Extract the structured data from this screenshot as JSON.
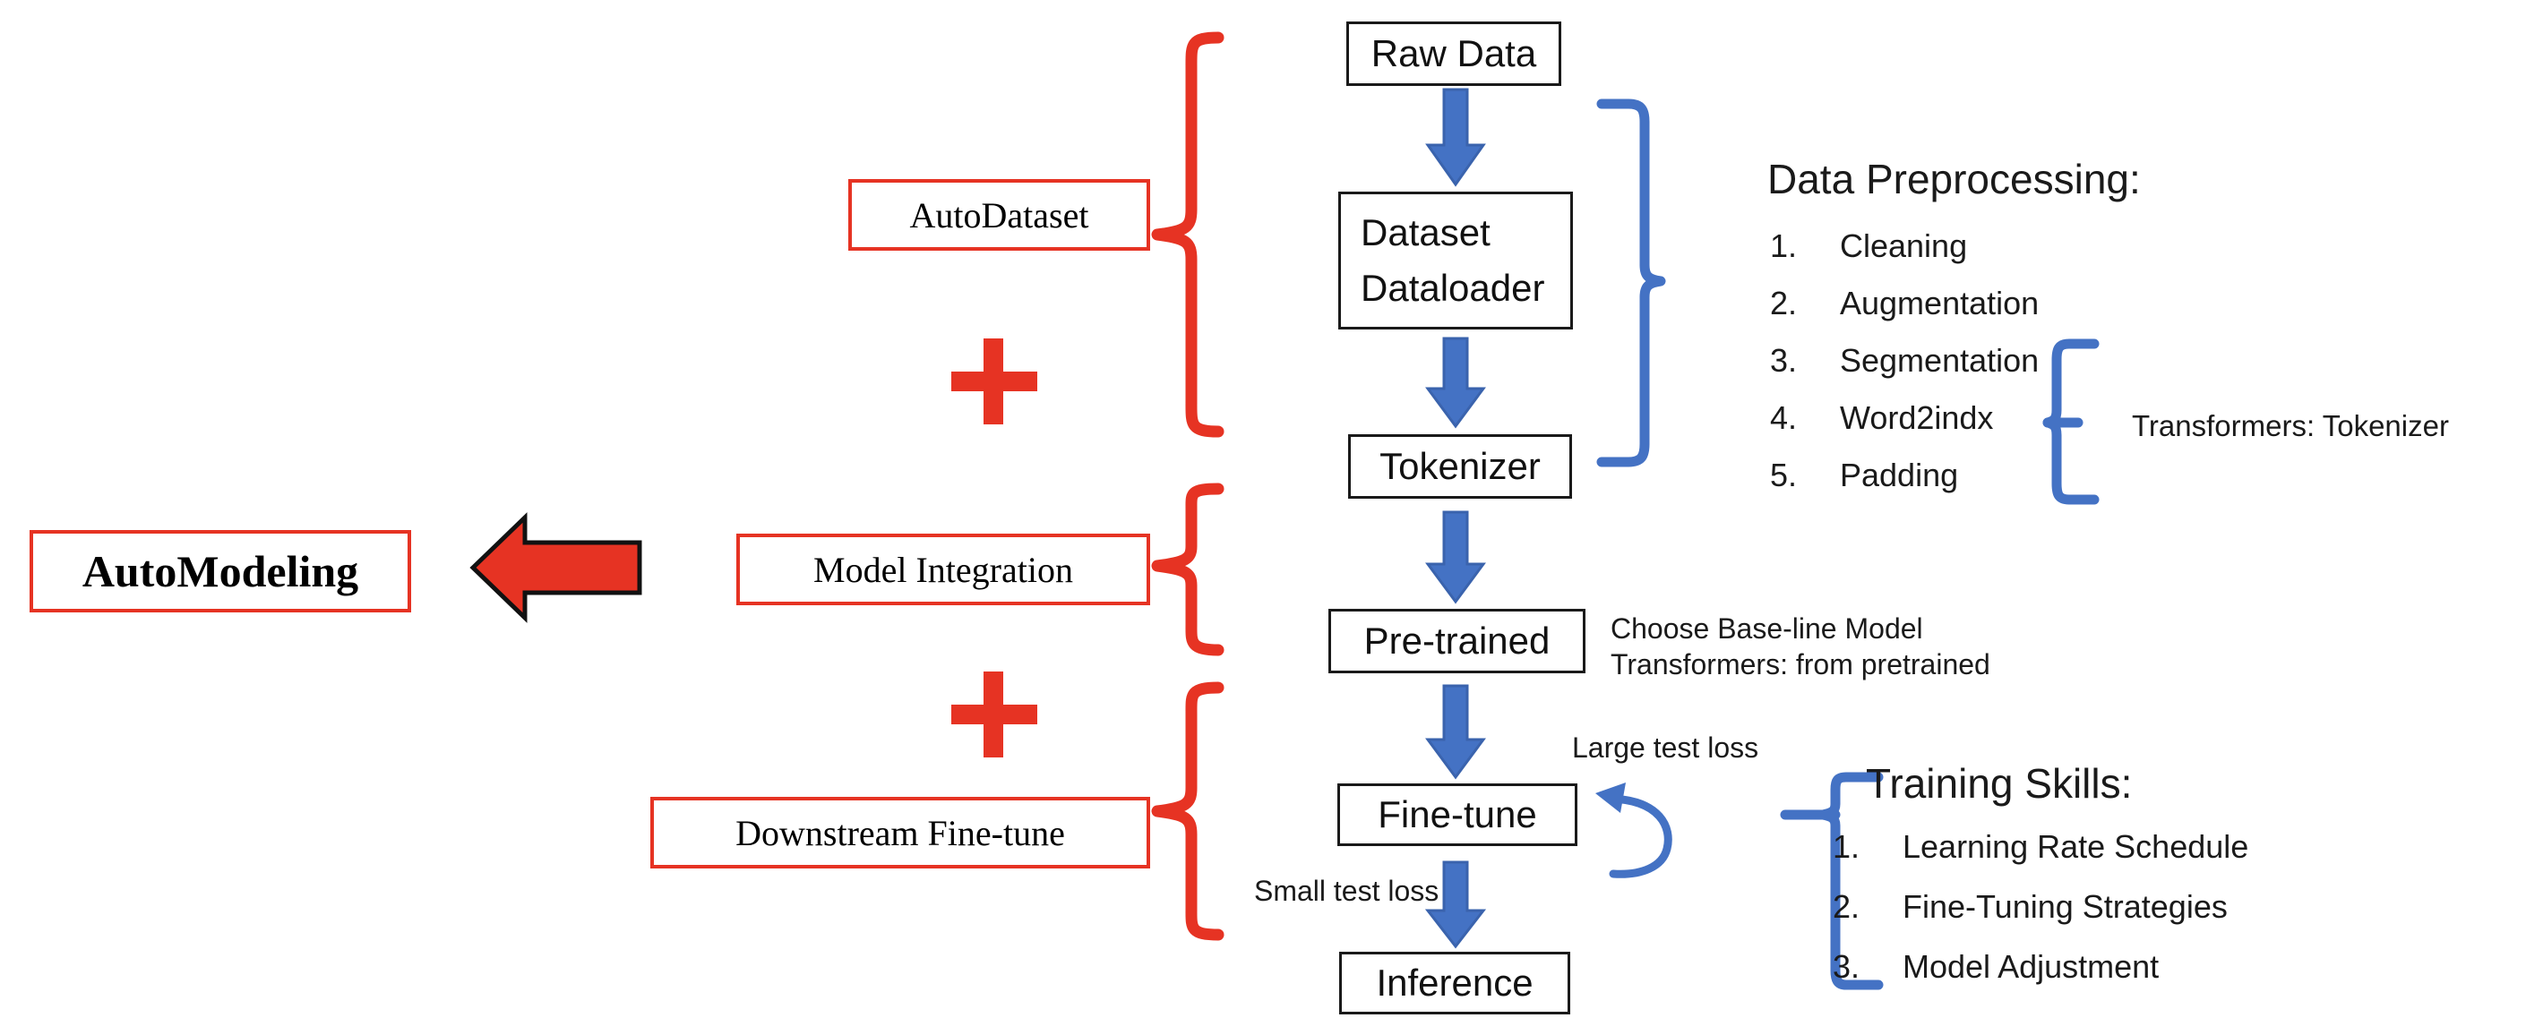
{
  "colors": {
    "red": "#e63323",
    "blue": "#4472c4",
    "black": "#1a1a1a"
  },
  "summary_box": {
    "label": "AutoModeling"
  },
  "group_labels": [
    {
      "label": "AutoDataset"
    },
    {
      "label": "Model Integration"
    },
    {
      "label": "Downstream Fine-tune"
    }
  ],
  "operators": [
    {
      "label": "+"
    },
    {
      "label": "+"
    }
  ],
  "pipeline": [
    {
      "id": "raw-data",
      "label": "Raw Data"
    },
    {
      "id": "dataset",
      "label": "Dataset",
      "label2": "Dataloader"
    },
    {
      "id": "tokenizer",
      "label": "Tokenizer"
    },
    {
      "id": "pre-trained",
      "label": "Pre-trained"
    },
    {
      "id": "fine-tune",
      "label": "Fine-tune"
    },
    {
      "id": "inference",
      "label": "Inference"
    }
  ],
  "edge_labels": {
    "large_test_loss": "Large test loss",
    "small_test_loss": "Small test loss"
  },
  "annotations": {
    "pretrained_note_line1": "Choose Base-line Model",
    "pretrained_note_line2": "Transformers: from pretrained",
    "tokenizer_note": "Transformers: Tokenizer"
  },
  "panels": [
    {
      "id": "data-preprocessing",
      "title": "Data Preprocessing:",
      "items": [
        {
          "num": "1.",
          "label": "Cleaning"
        },
        {
          "num": "2.",
          "label": "Augmentation"
        },
        {
          "num": "3.",
          "label": "Segmentation"
        },
        {
          "num": "4.",
          "label": "Word2indx"
        },
        {
          "num": "5.",
          "label": "Padding"
        }
      ]
    },
    {
      "id": "training-skills",
      "title": "Training Skills:",
      "items": [
        {
          "num": "1.",
          "label": "Learning Rate Schedule"
        },
        {
          "num": "2.",
          "label": "Fine-Tuning Strategies"
        },
        {
          "num": "3.",
          "label": "Model Adjustment"
        }
      ]
    }
  ]
}
